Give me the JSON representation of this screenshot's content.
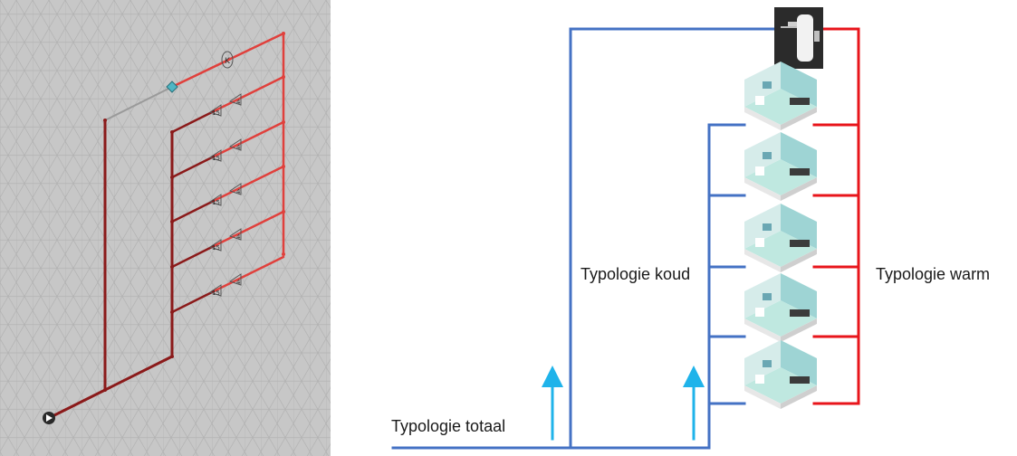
{
  "labels": {
    "cold": "Typologie koud",
    "warm": "Typologie warm",
    "total": "Typologie totaal"
  },
  "iso_tags": {
    "top": "K",
    "a": "4",
    "b": "15"
  },
  "colors": {
    "cold_pipe": "#4472c4",
    "hot_pipe": "#e8151b",
    "flow_arrow": "#1fb3ea",
    "iso_dark": "#8b1a1a",
    "iso_light": "#e0403c",
    "grid_bg": "#c7c7c7",
    "grid_line": "#b3b3b3"
  },
  "icons": {
    "boiler": "water-heater-icon",
    "unit": "bathroom-unit-icon"
  },
  "bathroom_units": 5
}
